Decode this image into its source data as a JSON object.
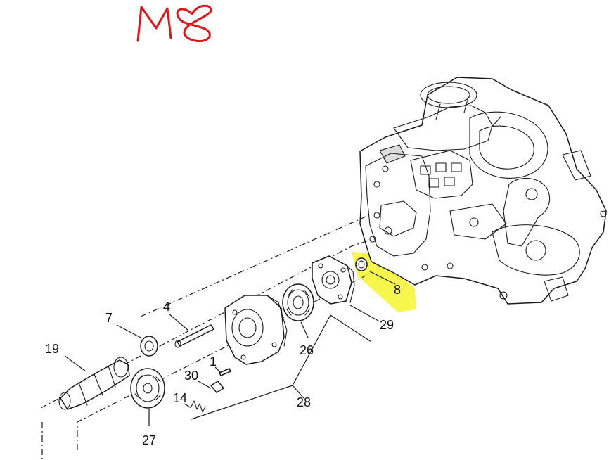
{
  "handwritten_note": "M8",
  "highlight_color": "#f5f542",
  "note_color": "#e01515",
  "callouts": {
    "c1": "1",
    "c4": "4",
    "c7": "7",
    "c8": "8",
    "c14": "14",
    "c19": "19",
    "c26": "26",
    "c27": "27",
    "c28": "28",
    "c29": "29",
    "c30": "30"
  },
  "highlighted_callout": "8"
}
